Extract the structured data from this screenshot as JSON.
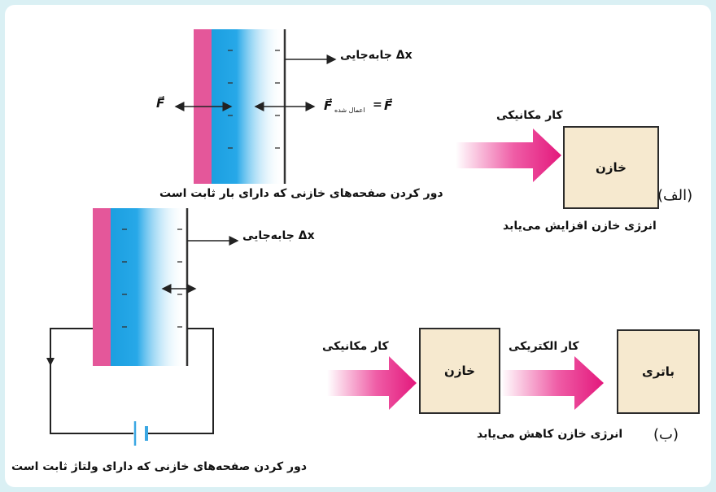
{
  "top_diagram": {
    "displacement_label": "جابه‌جایی Δx",
    "force_left_label": "F⃗",
    "force_right_label": "F⃗",
    "force_applied_sub": "اعمال شده",
    "force_applied_eq": "=",
    "caption": "دور کردن صفحه‌های خازنی که دارای بار ثابت است"
  },
  "bottom_diagram": {
    "displacement_label": "جابه‌جایی Δx",
    "caption": "دور کردن صفحه‌های خازنی که دارای ولتاژ ثابت است"
  },
  "panel_alef": {
    "label": "(الف)",
    "arrow_label": "کار مکانیکی",
    "box_label": "خازن",
    "caption": "انرژی خازن افزایش می‌یابد"
  },
  "panel_be": {
    "label": "(ب)",
    "arrow1_label": "کار مکانیکی",
    "box1_label": "خازن",
    "arrow2_label": "کار الکتریکی",
    "box2_label": "باتری",
    "caption": "انرژی خازن کاهش می‌یابد"
  },
  "colors": {
    "frame": "#daf0f4",
    "plate": "#e4579a",
    "dielectric": "#1b9fe0",
    "arrow": "#e3187c",
    "box_fill": "#f6e9cf"
  }
}
